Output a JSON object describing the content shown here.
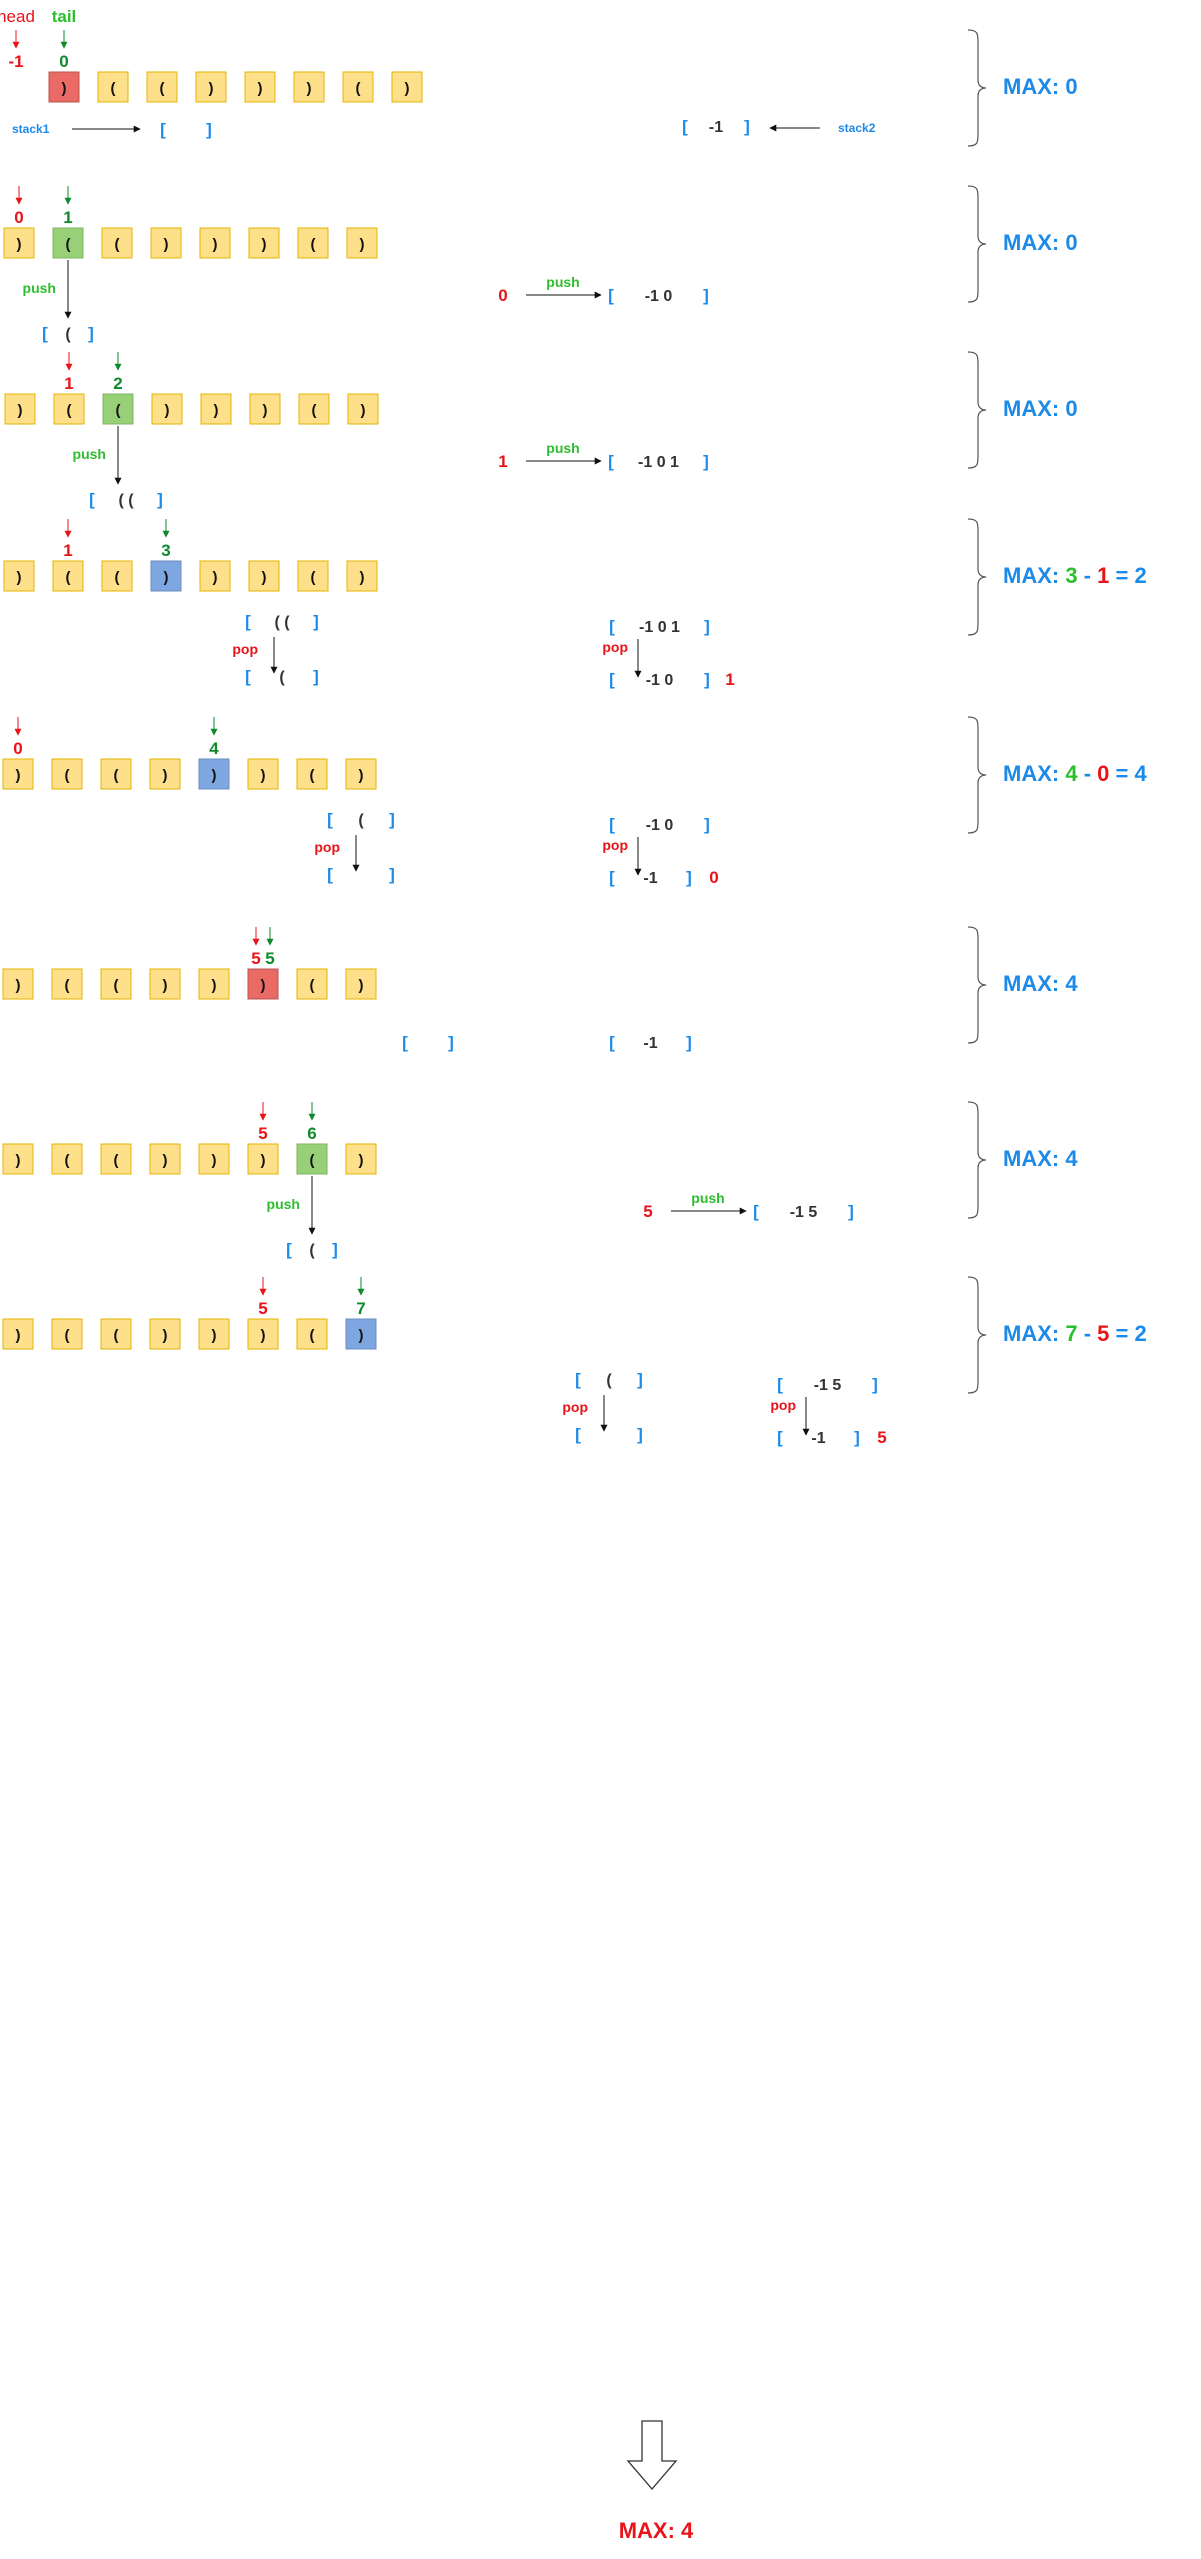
{
  "labels": {
    "head": "head",
    "tail": "tail",
    "stack1": "stack1",
    "stack2": "stack2",
    "push": "push",
    "pop": "pop",
    "bracket_open": "[",
    "bracket_close": "]",
    "max_prefix": "MAX: ",
    "minus": " - ",
    "equals": " = "
  },
  "colors": {
    "cell_yellow": "#FFE08A",
    "cell_yellow_border": "#E3B400",
    "cell_red": "#EA6B66",
    "cell_green": "#97D077",
    "cell_blue": "#7EA6E0",
    "head": "#E8141A",
    "tail": "#0E8A2C",
    "push_green": "#2DBE2D",
    "pop_red": "#E8141A",
    "max_blue": "#1C8AE8",
    "bracket_blue": "#1C8AE8",
    "value_gray": "#333333"
  },
  "steps": [
    {
      "cells": [
        ")",
        "(",
        "(",
        ")",
        ")",
        ")",
        "(",
        ")"
      ],
      "highlight": 0,
      "highlight_color": "red",
      "head": "-1",
      "tail": "0",
      "stack1_before": "",
      "stack2_before": "-1",
      "stack1_op": "",
      "stack2_op": "",
      "push_value": "",
      "stack1_after": "",
      "stack2_after": "",
      "popped": "",
      "max": "0",
      "max_tail": "",
      "max_head": "",
      "max_result": ""
    },
    {
      "cells": [
        ")",
        "(",
        "(",
        ")",
        ")",
        ")",
        "(",
        ")"
      ],
      "highlight": 1,
      "highlight_color": "green",
      "head": "0",
      "tail": "1",
      "stack1_before": "",
      "stack2_before": "",
      "stack1_op": "push",
      "stack2_op": "push",
      "push_value": "0",
      "stack1_after": "(",
      "stack2_after": "-1   0",
      "popped": "",
      "max": "0",
      "max_tail": "",
      "max_head": "",
      "max_result": ""
    },
    {
      "cells": [
        ")",
        "(",
        "(",
        ")",
        ")",
        ")",
        "(",
        ")"
      ],
      "highlight": 2,
      "highlight_color": "green",
      "head": "1",
      "tail": "2",
      "stack1_before": "",
      "stack2_before": "",
      "stack1_op": "push",
      "stack2_op": "push",
      "push_value": "1",
      "stack1_after": "(  (",
      "stack2_after": "-1  0  1",
      "popped": "",
      "max": "0",
      "max_tail": "",
      "max_head": "",
      "max_result": ""
    },
    {
      "cells": [
        ")",
        "(",
        "(",
        ")",
        ")",
        ")",
        "(",
        ")"
      ],
      "highlight": 3,
      "highlight_color": "blue",
      "head": "1",
      "tail": "3",
      "stack1_before": "(  (",
      "stack2_before": "-1  0  1",
      "stack1_op": "pop",
      "stack2_op": "pop",
      "push_value": "",
      "stack1_after": "(",
      "stack2_after": "-1  0",
      "popped": "1",
      "max": "",
      "max_tail": "3",
      "max_head": "1",
      "max_result": "2"
    },
    {
      "cells": [
        ")",
        "(",
        "(",
        ")",
        ")",
        ")",
        "(",
        ")"
      ],
      "highlight": 4,
      "highlight_color": "blue",
      "head": "0",
      "tail": "4",
      "stack1_before": "(",
      "stack2_before": "-1  0",
      "stack1_op": "pop",
      "stack2_op": "pop",
      "push_value": "",
      "stack1_after": "",
      "stack2_after": "-1",
      "popped": "0",
      "max": "",
      "max_tail": "4",
      "max_head": "0",
      "max_result": "4"
    },
    {
      "cells": [
        ")",
        "(",
        "(",
        ")",
        ")",
        ")",
        "(",
        ")"
      ],
      "highlight": 5,
      "highlight_color": "red",
      "head": "5",
      "tail": "5",
      "stack1_before": "",
      "stack2_before": "-1",
      "stack1_op": "",
      "stack2_op": "",
      "push_value": "",
      "stack1_after": "",
      "stack2_after": "",
      "popped": "",
      "max": "4",
      "max_tail": "",
      "max_head": "",
      "max_result": ""
    },
    {
      "cells": [
        ")",
        "(",
        "(",
        ")",
        ")",
        ")",
        "(",
        ")"
      ],
      "highlight": 6,
      "highlight_color": "green",
      "head": "5",
      "tail": "6",
      "stack1_before": "",
      "stack2_before": "",
      "stack1_op": "push",
      "stack2_op": "push",
      "push_value": "5",
      "stack1_after": "(",
      "stack2_after": "-1   5",
      "popped": "",
      "max": "4",
      "max_tail": "",
      "max_head": "",
      "max_result": ""
    },
    {
      "cells": [
        ")",
        "(",
        "(",
        ")",
        ")",
        ")",
        "(",
        ")"
      ],
      "highlight": 7,
      "highlight_color": "blue",
      "head": "5",
      "tail": "7",
      "stack1_before": "(",
      "stack2_before": "-1   5",
      "stack1_op": "pop",
      "stack2_op": "pop",
      "push_value": "",
      "stack1_after": "",
      "stack2_after": "-1",
      "popped": "5",
      "max": "",
      "max_tail": "7",
      "max_head": "5",
      "max_result": "2"
    }
  ],
  "final": {
    "label": "MAX: 4"
  }
}
